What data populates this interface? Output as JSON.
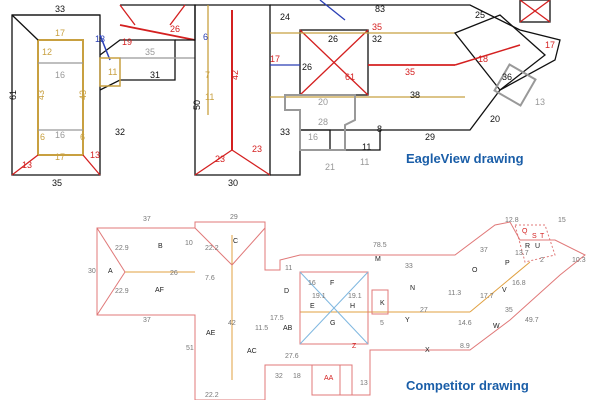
{
  "captions": {
    "top": "EagleView drawing",
    "bottom": "Competitor drawing"
  },
  "colors": {
    "caption": "#1a5ea8",
    "outline": "#111111",
    "ridge": "#d42020",
    "valley": "#2a3fb5",
    "hip": "#d42020",
    "rake": "#c8a040",
    "flat": "#999999",
    "competitor_outline": "#e07878",
    "competitor_ridge": "#e0a040",
    "competitor_hip": "#80b8e0",
    "competitor_label": "#222222",
    "competitor_measure": "#777777"
  },
  "eagleview": {
    "labels_black": [
      "33",
      "61",
      "35",
      "31",
      "32",
      "50",
      "30",
      "33",
      "24",
      "83",
      "26",
      "32",
      "38",
      "29",
      "20",
      "8",
      "11",
      "25",
      "26"
    ],
    "labels_red": [
      "19",
      "26",
      "42",
      "23",
      "23",
      "13",
      "13",
      "61",
      "35",
      "18",
      "17",
      "17",
      "35"
    ],
    "labels_blue": [
      "13",
      "6"
    ],
    "labels_orange": [
      "17",
      "43",
      "43",
      "17",
      "12",
      "6",
      "6",
      "11",
      "7",
      "11"
    ],
    "labels_gray": [
      "16",
      "16",
      "35",
      "20",
      "28",
      "16",
      "21",
      "13",
      "11",
      "36"
    ]
  },
  "competitor": {
    "letters": [
      "A",
      "B",
      "AF",
      "C",
      "AE",
      "AC",
      "D",
      "E",
      "F",
      "G",
      "H",
      "AB",
      "K",
      "M",
      "N",
      "Y",
      "X",
      "Z",
      "AA",
      "O",
      "P",
      "V",
      "W",
      "Q",
      "S",
      "T",
      "U",
      "R"
    ],
    "measures": [
      "37",
      "30",
      "22.9",
      "10",
      "26",
      "22.9",
      "37",
      "29",
      "22.2",
      "7.6",
      "51",
      "42",
      "11",
      "17.5",
      "11.5",
      "27.6",
      "32",
      "18",
      "13",
      "16",
      "19.1",
      "19.1",
      "5",
      "27",
      "78.5",
      "33",
      "11.3",
      "17.7",
      "14.6",
      "8.9",
      "37",
      "13.7",
      "16.8",
      "35",
      "49.7",
      "12.8",
      "15",
      "10.3",
      "22.2",
      "2"
    ]
  }
}
